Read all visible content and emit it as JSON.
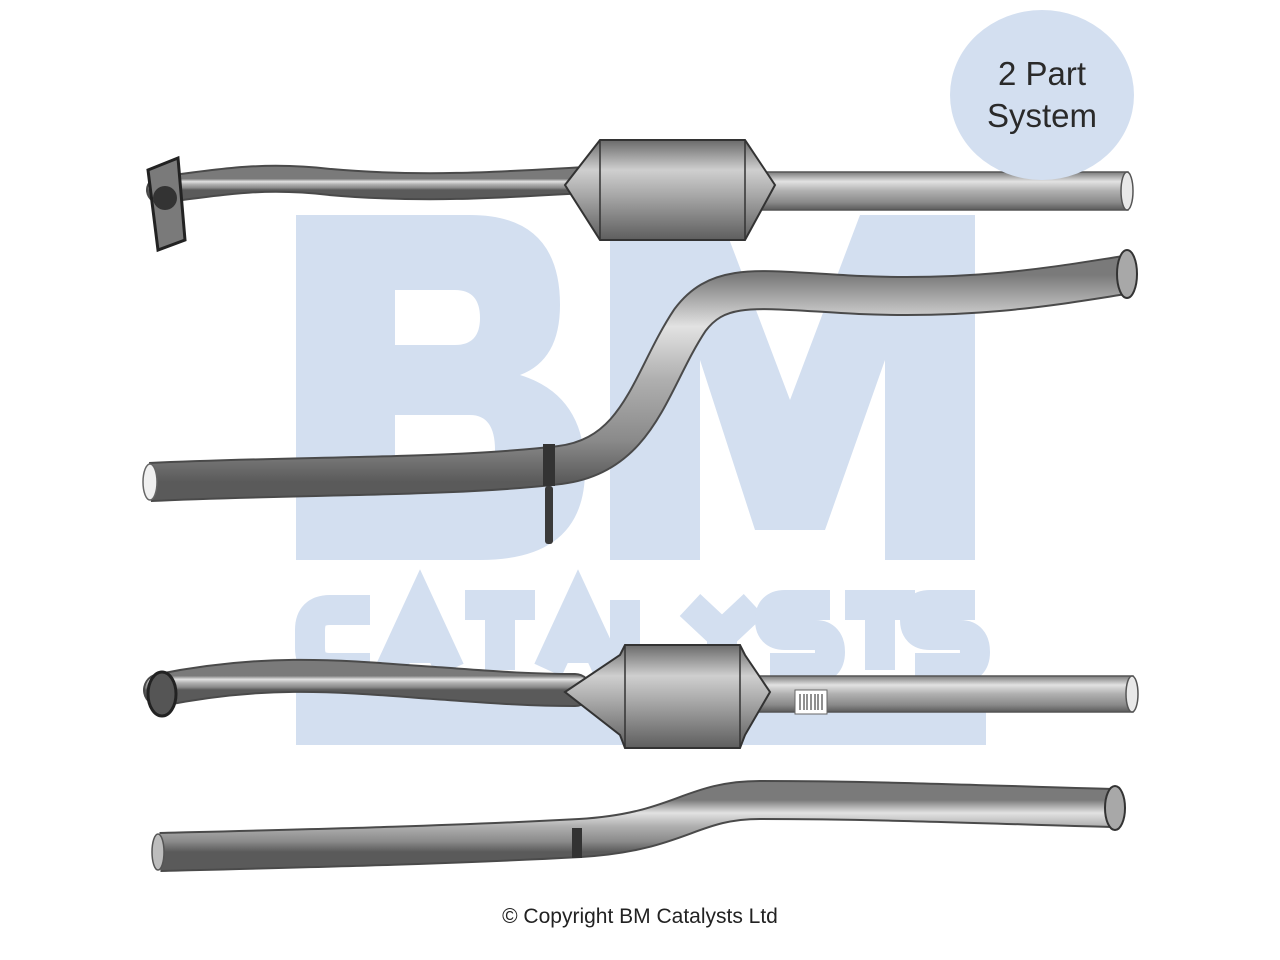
{
  "badge": {
    "line1": "2 Part",
    "line2": "System"
  },
  "watermark": {
    "logo_letters": "BM",
    "logo_word": "CATALYSTS"
  },
  "footer": {
    "copyright": "© Copyright BM Catalysts Ltd"
  },
  "colors": {
    "watermark": "#d3dff0",
    "metal_light": "#d8d8d8",
    "metal_mid": "#a9a9a9",
    "metal_dark": "#555555"
  }
}
